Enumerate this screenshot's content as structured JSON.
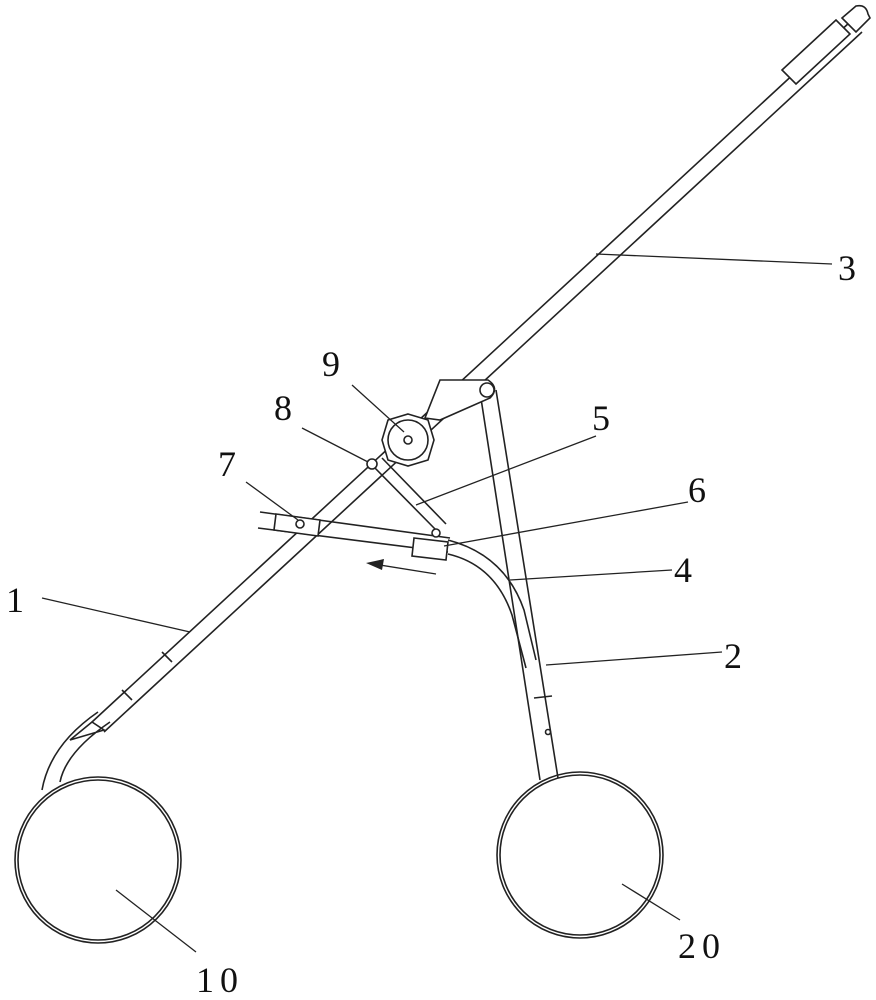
{
  "figure": {
    "labels": {
      "main_frame": "1",
      "rear_leg": "2",
      "handle": "3",
      "curved_link": "4",
      "diagonal_link": "5",
      "slider": "6",
      "bracket": "7",
      "pivot": "8",
      "knob": "9",
      "front_wheel": "10",
      "rear_wheel": "20"
    }
  }
}
